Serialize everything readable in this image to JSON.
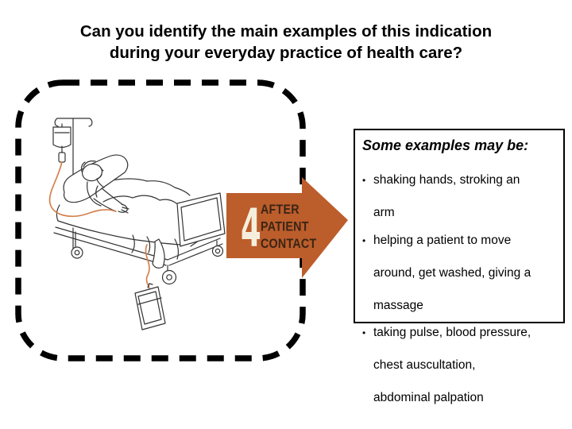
{
  "slide": {
    "title": {
      "line1": "Can you identify the main examples of this indication",
      "line2": "during your everyday practice of health care?"
    }
  },
  "moment_arrow": {
    "number": "4",
    "label": {
      "line1": "AFTER",
      "line2": "PATIENT",
      "line3": "CONTACT"
    },
    "colors": {
      "fill": "#bc5d2c",
      "label_text": "#3a2514",
      "number": "#f5eedd"
    }
  },
  "examples_box": {
    "heading": "Some examples may be:",
    "bullet_char": "•",
    "bullets": [
      {
        "line1": "shaking hands, stroking an",
        "line2": "arm",
        "line3": ""
      },
      {
        "line1": "helping a patient to move",
        "line2": "around, get washed, giving a",
        "line3": "massage"
      },
      {
        "line1": "taking pulse, blood pressure,",
        "line2": "chest auscultation,",
        "line3": "abdominal palpation"
      }
    ]
  },
  "illustration": {
    "colors": {
      "line_art": "#333333",
      "iv_tube": "#d4824f",
      "dashed_border": "#000000"
    }
  }
}
